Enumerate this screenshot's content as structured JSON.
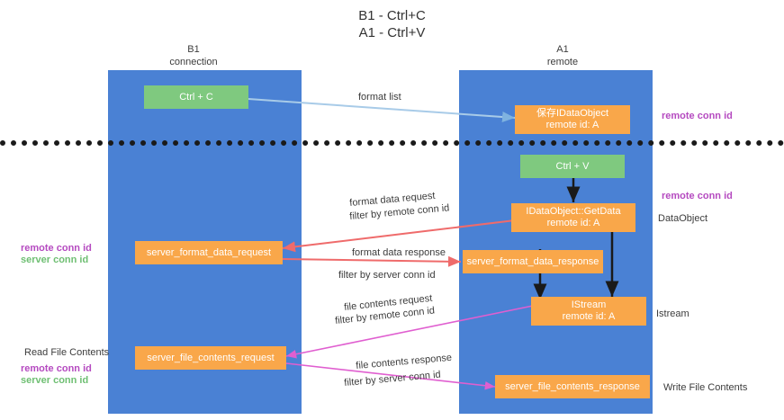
{
  "title": {
    "line1": "B1 - Ctrl+C",
    "line2": "A1 - Ctrl+V"
  },
  "columns": [
    {
      "name": "left",
      "title": "B1",
      "subtitle": "connection"
    },
    {
      "name": "right",
      "title": "A1",
      "subtitle": "remote"
    }
  ],
  "nodes": {
    "ctrl_c": {
      "line1": "Ctrl + C",
      "line2": ""
    },
    "save_dataobject": {
      "line1": "保存IDataObject",
      "line2": "remote id: A"
    },
    "ctrl_v": {
      "line1": "Ctrl + V",
      "line2": ""
    },
    "getdata": {
      "line1": "IDataObject::GetData",
      "line2": "remote id: A"
    },
    "fmt_req": {
      "line1": "server_format_data_request",
      "line2": ""
    },
    "fmt_resp": {
      "line1": "server_format_data_response",
      "line2": ""
    },
    "istream": {
      "line1": "IStream",
      "line2": "remote id: A"
    },
    "file_req": {
      "line1": "server_file_contents_request",
      "line2": ""
    },
    "file_resp": {
      "line1": "server_file_contents_response",
      "line2": ""
    }
  },
  "edge_labels": {
    "format_list": "format list",
    "fmt_data_request": "format data request",
    "fmt_data_request_filter_prefix": "filter by ",
    "fmt_data_request_filter_key": "remote conn id",
    "fmt_data_response": "format data response",
    "fmt_data_response_filter_prefix": "filter by ",
    "fmt_data_response_filter_key": "server conn id",
    "file_contents_request": "file contents request",
    "file_contents_request_filter_prefix": "filter by ",
    "file_contents_request_filter_key": "remote conn id",
    "file_contents_response": "file contents response",
    "file_contents_response_filter_prefix": "filter by ",
    "file_contents_response_filter_key": "server conn id"
  },
  "side_labels": {
    "right_top_conn": "remote conn id",
    "right_mid_conn": "remote conn id",
    "right_dataobject": "DataObject",
    "right_istream": "Istream",
    "right_write_file": "Write File Contents",
    "left_remote_conn": "remote conn id",
    "left_server_conn": "server conn id",
    "left_read_file": "Read File Contents",
    "left_remote_conn2": "remote conn id",
    "left_server_conn2": "server conn id"
  },
  "colors": {
    "lane": "#4a81d4",
    "node_orange": "#f9a74a",
    "node_green": "#7fc97f",
    "accent_purple": "#b54ac0",
    "accent_green": "#6fbf73",
    "arrow_blue": "#a8cbe8",
    "arrow_red": "#ef6b6b",
    "arrow_pink": "#e05fd0",
    "arrow_black": "#1a1a1a",
    "divider": "#1a1a1a"
  }
}
